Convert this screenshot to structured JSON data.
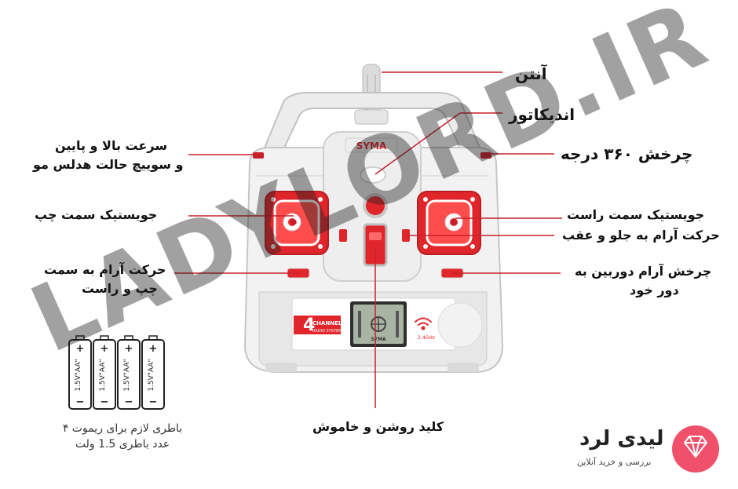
{
  "colors": {
    "accent": "#e0262b",
    "body": "#f2f2f2",
    "leader": "#c8202a",
    "logo_badge": "#f0506a"
  },
  "labels": {
    "antenna": "آنتن",
    "indicator": "اندیکاتور",
    "rotation": "چرخش ۳۶۰ درجه",
    "speed_line1": "سرعت بالا و پایین",
    "speed_line2": "و سوییچ حالت هدلس مو",
    "left_stick": "جویستیک سمت چپ",
    "right_stick": "جویستیک سمت راست",
    "fwd_back": "حرکت آرام به جلو و عقب",
    "left_trim_line1": "حرکت آرام به سمت",
    "left_trim_line2": "چپ و راست",
    "cam_rot_line1": "چرخش آرام دوربین به",
    "cam_rot_line2": "دور خود",
    "power": "کلید روشن و خاموش"
  },
  "battery_note": {
    "line1": "باطری لازم برای ریموت ۴",
    "line2": "عدد باطری 1.5 ولت"
  },
  "battery_text": "1.5V\"AA\"",
  "battery_count": 4,
  "remote": {
    "brand": "SYMA",
    "channel_big": "4",
    "channel_word": "CHANNEL",
    "radio_system": "RADIO SYSTEM",
    "frequency": "2.4GHz",
    "screen_brand": "SYMA"
  },
  "brand": {
    "name": "لیدی لرد",
    "tagline": "بررسی و خرید آنلاین"
  },
  "watermark": "LADYLORD.IR",
  "icons": {
    "wifi": "wifi-icon",
    "logo": "diamond-icon"
  }
}
